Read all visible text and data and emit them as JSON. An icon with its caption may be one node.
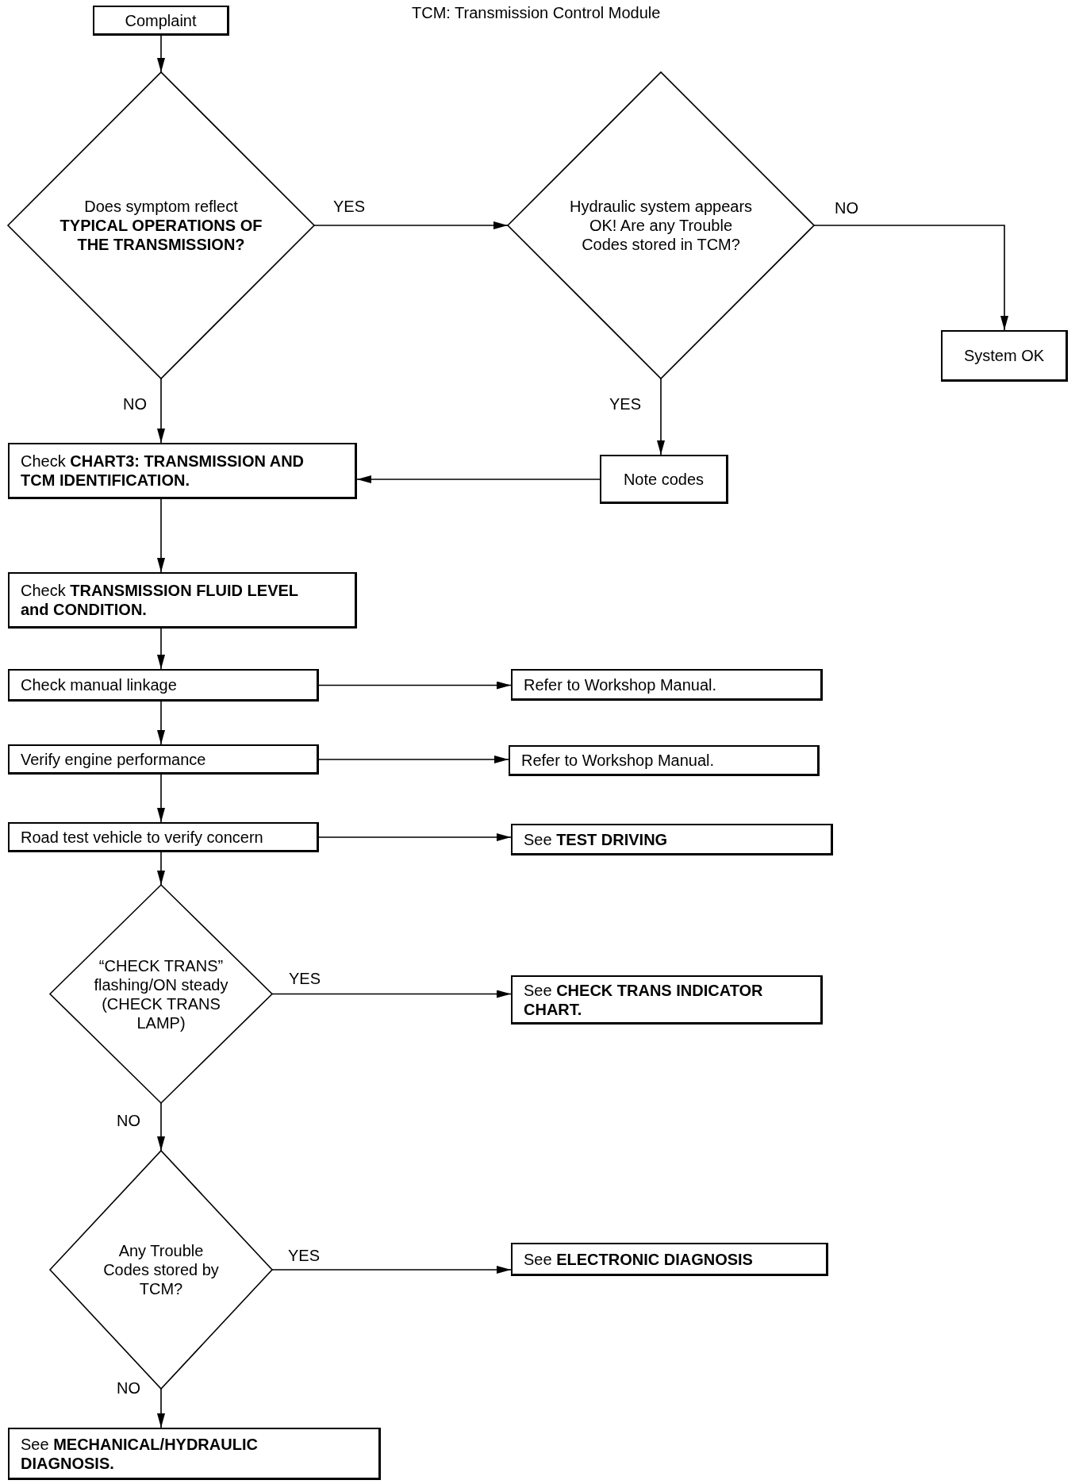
{
  "diagram": {
    "nodes": [
      {
        "text": [
          "Complaint"
        ]
      },
      {
        "text": [
          "Does symptom reflect **TYPICAL OPERATIONS OF THE TRANSMISSION?**"
        ]
      },
      {
        "text": [
          "Hydraulic system appears OK! Are any Trouble Codes stored in TCM?"
        ]
      },
      {
        "text": [
          "System OK"
        ]
      },
      {
        "text": [
          "Check **CHART3: TRANSMISSION AND TCM IDENTIFICATION.**"
        ]
      },
      {
        "text": [
          "Note codes"
        ]
      },
      {
        "text": [
          "Check **TRANSMISSION FLUID LEVEL and CONDITION.**"
        ]
      },
      {
        "text": [
          "Check manual linkage"
        ]
      },
      {
        "text": [
          "Refer to Workshop Manual."
        ]
      },
      {
        "text": [
          "Verify engine performance"
        ]
      },
      {
        "text": [
          "Refer to Workshop Manual."
        ]
      },
      {
        "text": [
          "Road test vehicle to verify concern"
        ]
      },
      {
        "text": [
          "See **TEST DRIVING**"
        ]
      },
      {
        "text": [
          "“CHECK TRANS” flashing/ON steady (CHECK TRANS LAMP)"
        ]
      },
      {
        "text": [
          "See **CHECK TRANS INDICATOR CHART.**"
        ]
      },
      {
        "text": [
          "Any Trouble Codes stored by TCM?"
        ]
      },
      {
        "text": [
          "See **ELECTRONIC DIAGNOSIS**"
        ]
      },
      {
        "text": [
          "See **MECHANICAL/HYDRAULIC DIAGNOSIS.**"
        ]
      }
    ],
    "edges": [
      {
        "from": 0,
        "to": 1,
        "arrow": "to"
      },
      {
        "from": 1,
        "to": 2,
        "arrow": "to",
        "label": "YES"
      },
      {
        "from": 2,
        "to": 3,
        "arrow": "to",
        "label": "NO"
      },
      {
        "from": 1,
        "to": 4,
        "arrow": "to",
        "label": "NO"
      },
      {
        "from": 2,
        "to": 5,
        "arrow": "to",
        "label": "YES"
      },
      {
        "from": 5,
        "to": 4,
        "arrow": "to"
      },
      {
        "from": 4,
        "to": 6,
        "arrow": "to"
      },
      {
        "from": 6,
        "to": 7,
        "arrow": "to"
      },
      {
        "from": 7,
        "to": 8,
        "arrow": "to"
      },
      {
        "from": 7,
        "to": 9,
        "arrow": "to"
      },
      {
        "from": 9,
        "to": 10,
        "arrow": "to"
      },
      {
        "from": 9,
        "to": 11,
        "arrow": "to"
      },
      {
        "from": 11,
        "to": 12,
        "arrow": "to"
      },
      {
        "from": 11,
        "to": 13,
        "arrow": "to"
      },
      {
        "from": 13,
        "to": 14,
        "arrow": "to",
        "label": "YES"
      },
      {
        "from": 13,
        "to": 15,
        "arrow": "to",
        "label": "NO"
      },
      {
        "from": 15,
        "to": 16,
        "arrow": "to",
        "label": "YES"
      },
      {
        "from": 15,
        "to": 17,
        "arrow": "to",
        "label": "NO"
      }
    ],
    "labels": [
      "TCM: Transmission Control Module"
    ]
  }
}
